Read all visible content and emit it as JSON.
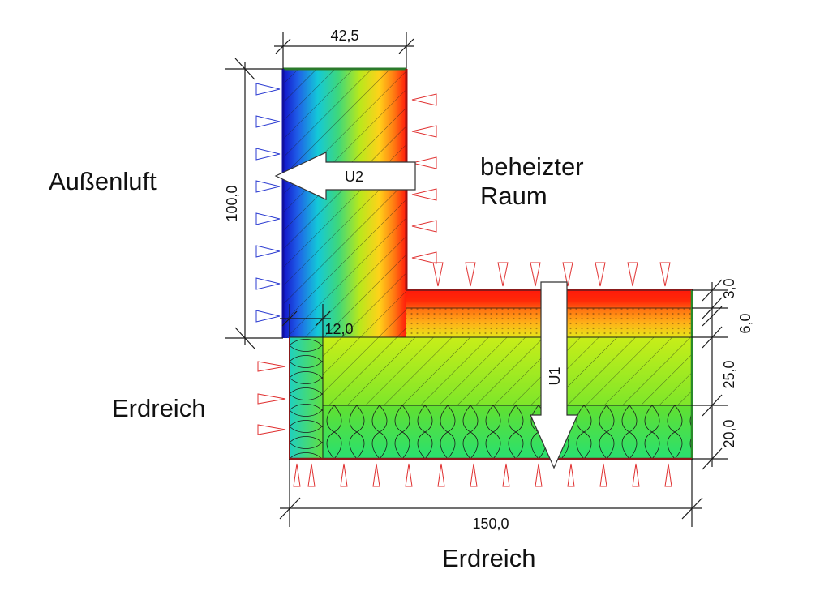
{
  "labels": {
    "outside_air": "Außenluft",
    "heated_room_line1": "beheizter",
    "heated_room_line2": "Raum",
    "ground_left": "Erdreich",
    "ground_bottom": "Erdreich"
  },
  "flows": {
    "wall": "U2",
    "floor": "U1"
  },
  "dimensions": {
    "wall_thickness": "42,5",
    "wall_height": "100,0",
    "perimeter_insulation": "12,0",
    "total_width": "150,0",
    "screed": "3,0",
    "impact_insulation": "6,0",
    "slab": "25,0",
    "base_insulation": "20,0"
  },
  "colors": {
    "cold": "#1a1ad8",
    "warm": "#ff1a0a",
    "neutral": "#7ee62a",
    "outline": "#7a1010",
    "outside_marker": "#2b3bd1",
    "inside_marker": "#e03030"
  }
}
